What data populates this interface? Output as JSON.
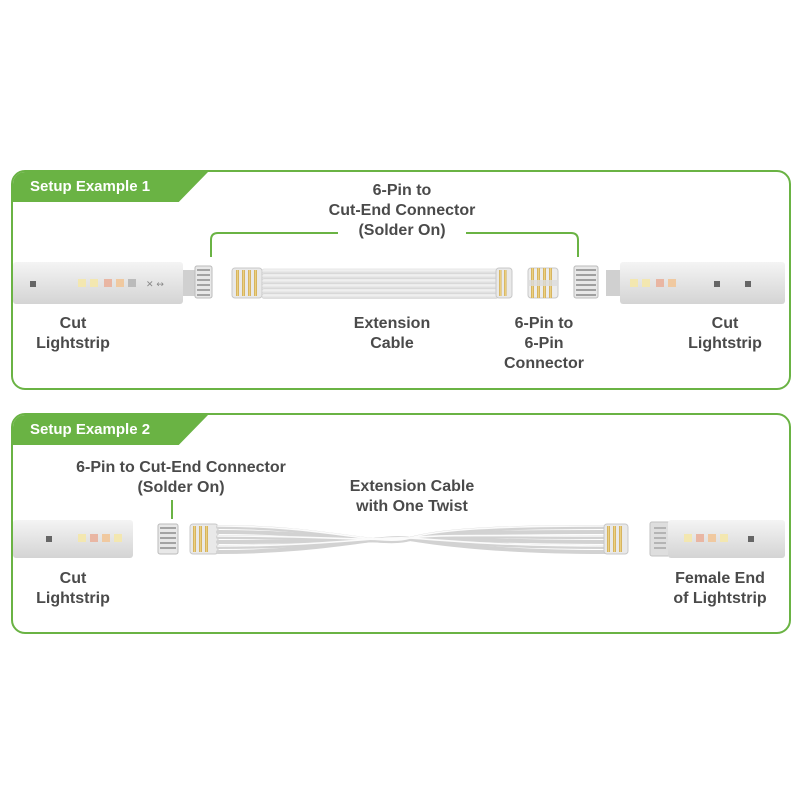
{
  "example1": {
    "badge": "Setup Example 1",
    "connector_top": "6-Pin to\nCut-End Connector\n(Solder On)",
    "left_strip": "Cut\nLightstrip",
    "cable": "Extension\nCable",
    "connector_6pin": "6-Pin to\n6-Pin\nConnector",
    "right_strip": "Cut\nLightstrip"
  },
  "example2": {
    "badge": "Setup Example 2",
    "connector_top": "6-Pin to Cut-End Connector\n(Solder On)",
    "cable": "Extension Cable\nwith One Twist",
    "left_strip": "Cut\nLightstrip",
    "right_strip": "Female End\nof Lightstrip"
  },
  "colors": {
    "accent": "#6ab344",
    "text": "#4a4a4a",
    "strip": "#e6e6e6"
  }
}
